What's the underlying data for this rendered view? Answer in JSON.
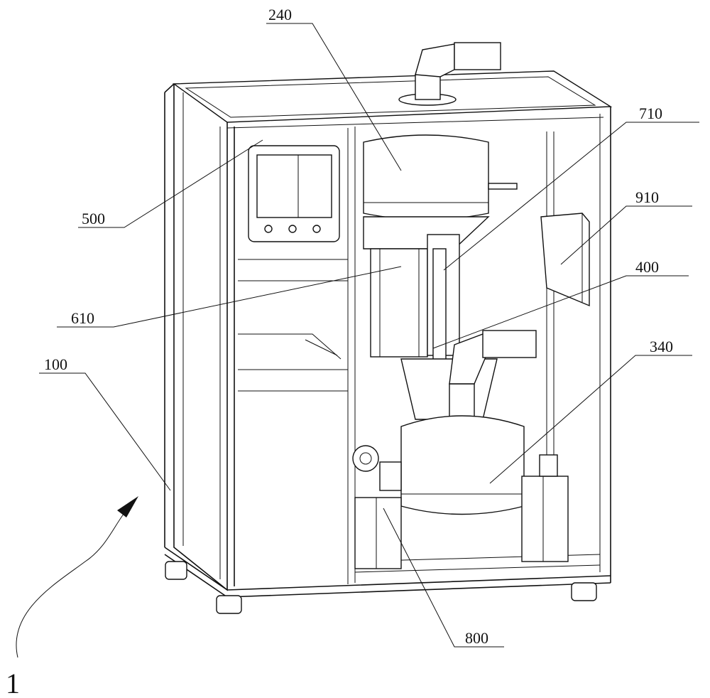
{
  "figure": {
    "assembly_ref": "1",
    "labels": {
      "l240": "240",
      "l710": "710",
      "l910": "910",
      "l500": "500",
      "l400": "400",
      "l610": "610",
      "l340": "340",
      "l100": "100",
      "l800": "800"
    }
  }
}
